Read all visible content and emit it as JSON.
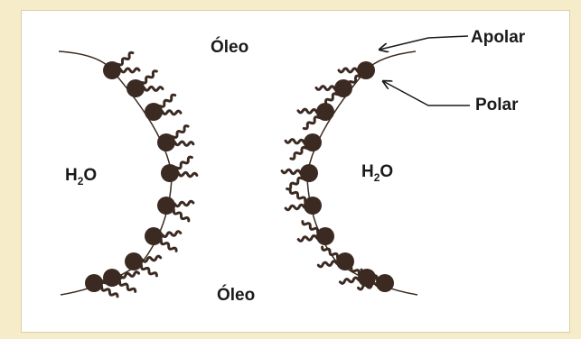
{
  "labels": {
    "oil_top": "Óleo",
    "oil_bottom": "Óleo",
    "water_left_main": "H",
    "water_left_sub": "2",
    "water_left_tail": "O",
    "water_right_main": "H",
    "water_right_sub": "2",
    "water_right_tail": "O",
    "apolar": "Apolar",
    "polar": "Polar"
  },
  "colors": {
    "background": "#f6ecca",
    "panel": "#ffffff",
    "ink": "#3b2a22"
  },
  "molecules": {
    "head_count_per_chain": 10,
    "chains": 2
  }
}
